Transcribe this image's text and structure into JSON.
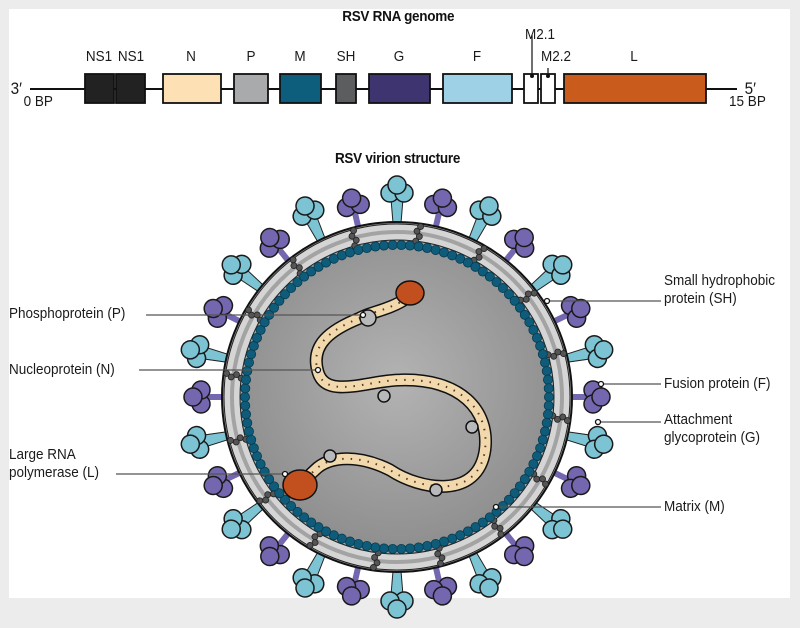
{
  "genome": {
    "title": "RSV RNA genome",
    "end_left": "3′",
    "end_right": "5′",
    "start_bp": "0 BP",
    "end_bp": "15 BP",
    "genes": [
      {
        "name": "NS1",
        "color": "#222222"
      },
      {
        "name": "NS1",
        "color": "#222222"
      },
      {
        "name": "N",
        "color": "#fde1b5"
      },
      {
        "name": "P",
        "color": "#a9aaac"
      },
      {
        "name": "M",
        "color": "#0d5e7c"
      },
      {
        "name": "SH",
        "color": "#5c5d5f"
      },
      {
        "name": "G",
        "color": "#3e3570"
      },
      {
        "name": "F",
        "color": "#9ed0e6"
      },
      {
        "name": "M2.1",
        "color": "#ffffff"
      },
      {
        "name": "M2.2",
        "color": "#ffffff"
      },
      {
        "name": "L",
        "color": "#c95b1c"
      }
    ]
  },
  "virion": {
    "title": "RSV virion structure",
    "labels_left": [
      {
        "text": "Phosphoprotein (P)"
      },
      {
        "text": "Nucleoprotein (N)"
      },
      {
        "line1": "Large RNA",
        "line2": "polymerase (L)"
      }
    ],
    "labels_right": [
      {
        "line1": "Small hydrophobic",
        "line2": "protein (SH)"
      },
      {
        "text": "Fusion protein (F)"
      },
      {
        "line1": "Attachment",
        "line2": "glycoprotein (G)"
      },
      {
        "text": "Matrix (M)"
      }
    ],
    "colors": {
      "fusion": "#7cc3d3",
      "attachment": "#7566b0",
      "envelope": "#c9c9c9",
      "matrix": "#0f5c7a",
      "interior": "#a9a9a9",
      "nucleocapsid": "#f1d9ad",
      "polymerase": "#c24f1e"
    }
  }
}
